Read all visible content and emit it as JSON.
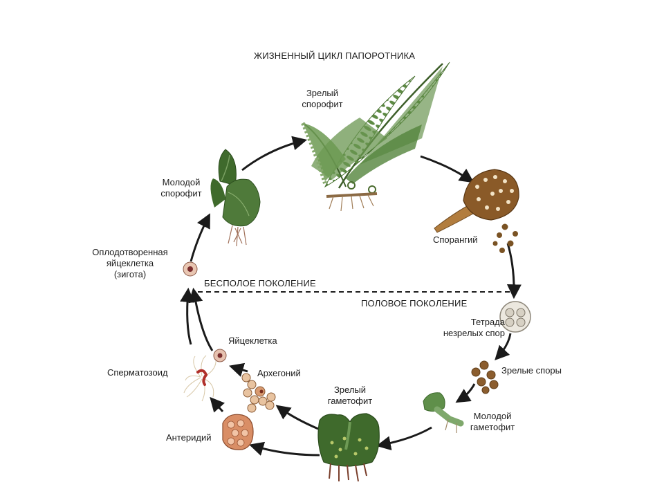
{
  "title": "ЖИЗНЕННЫЙ ЦИКЛ ПАПОРОТНИКА",
  "generations": {
    "asexual": "БЕСПОЛОЕ ПОКОЛЕНИЕ",
    "sexual": "ПОЛОВОЕ ПОКОЛЕНИЕ"
  },
  "stages": {
    "mature_sporophyte": [
      "Зрелый",
      "спорофит"
    ],
    "sporangium": "Спорангий",
    "tetrad": [
      "Тетрада",
      "незрелых спор"
    ],
    "mature_spores": "Зрелые споры",
    "young_gametophyte": [
      "Молодой",
      "гаметофит"
    ],
    "mature_gametophyte": [
      "Зрелый",
      "гаметофит"
    ],
    "archegonium": "Архегоний",
    "antheridium": "Антеридий",
    "sperm": "Сперматозоид",
    "egg": "Яйцеклетка",
    "zygote": [
      "Оплодотворенная",
      "яйцеклетка",
      "(зигота)"
    ],
    "young_sporophyte": [
      "Молодой",
      "спорофит"
    ]
  },
  "colors": {
    "arrow": "#1a1a1a",
    "fern_green": "#4f7a3a",
    "sporangium_brown": "#8a5a28",
    "gametophyte_green": "#3f6a2c",
    "cell_peach": "#d9a57c"
  }
}
